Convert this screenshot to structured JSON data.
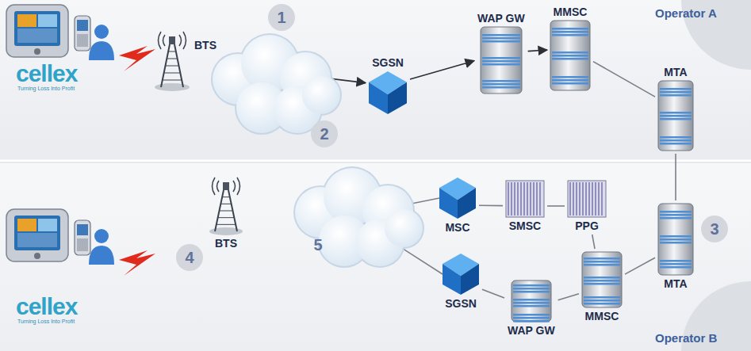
{
  "diagram": {
    "nodes": [
      {
        "text": [
          "BTS"
        ]
      },
      {
        "text": [
          "SGSN"
        ]
      },
      {
        "text": [
          "WAP GW"
        ]
      },
      {
        "text": [
          "MMSC"
        ]
      },
      {
        "text": [
          "MTA"
        ]
      },
      {
        "text": [
          "MSC"
        ]
      },
      {
        "text": [
          "SMSC"
        ]
      },
      {
        "text": [
          "PPG"
        ]
      },
      {
        "text": [
          "MTA"
        ]
      },
      {
        "text": [
          "BTS"
        ]
      },
      {
        "text": [
          "SGSN"
        ]
      },
      {
        "text": [
          "MMSC"
        ]
      },
      {
        "text": [
          "WAP GW"
        ]
      }
    ],
    "edges": [
      {
        "from": 0,
        "to": 1,
        "arrow": "to"
      },
      {
        "from": 1,
        "to": 2,
        "arrow": "to"
      },
      {
        "from": 2,
        "to": 3,
        "arrow": "to"
      },
      {
        "from": 3,
        "to": 4,
        "arrow": "none"
      },
      {
        "from": 4,
        "to": 8,
        "arrow": "none"
      },
      {
        "from": 8,
        "to": 11,
        "arrow": "none"
      },
      {
        "from": 11,
        "to": 7,
        "arrow": "none"
      },
      {
        "from": 7,
        "to": 6,
        "arrow": "none"
      },
      {
        "from": 6,
        "to": 5,
        "arrow": "none"
      },
      {
        "from": 11,
        "to": 12,
        "arrow": "none"
      },
      {
        "from": 12,
        "to": 10,
        "arrow": "none"
      }
    ],
    "labels": [
      "1",
      "2",
      "3",
      "4",
      "5",
      "Operator A",
      "Operator B",
      "cellex",
      "Turning Loss Into Profit",
      "cellex",
      "Turning Loss Into Profit"
    ]
  }
}
